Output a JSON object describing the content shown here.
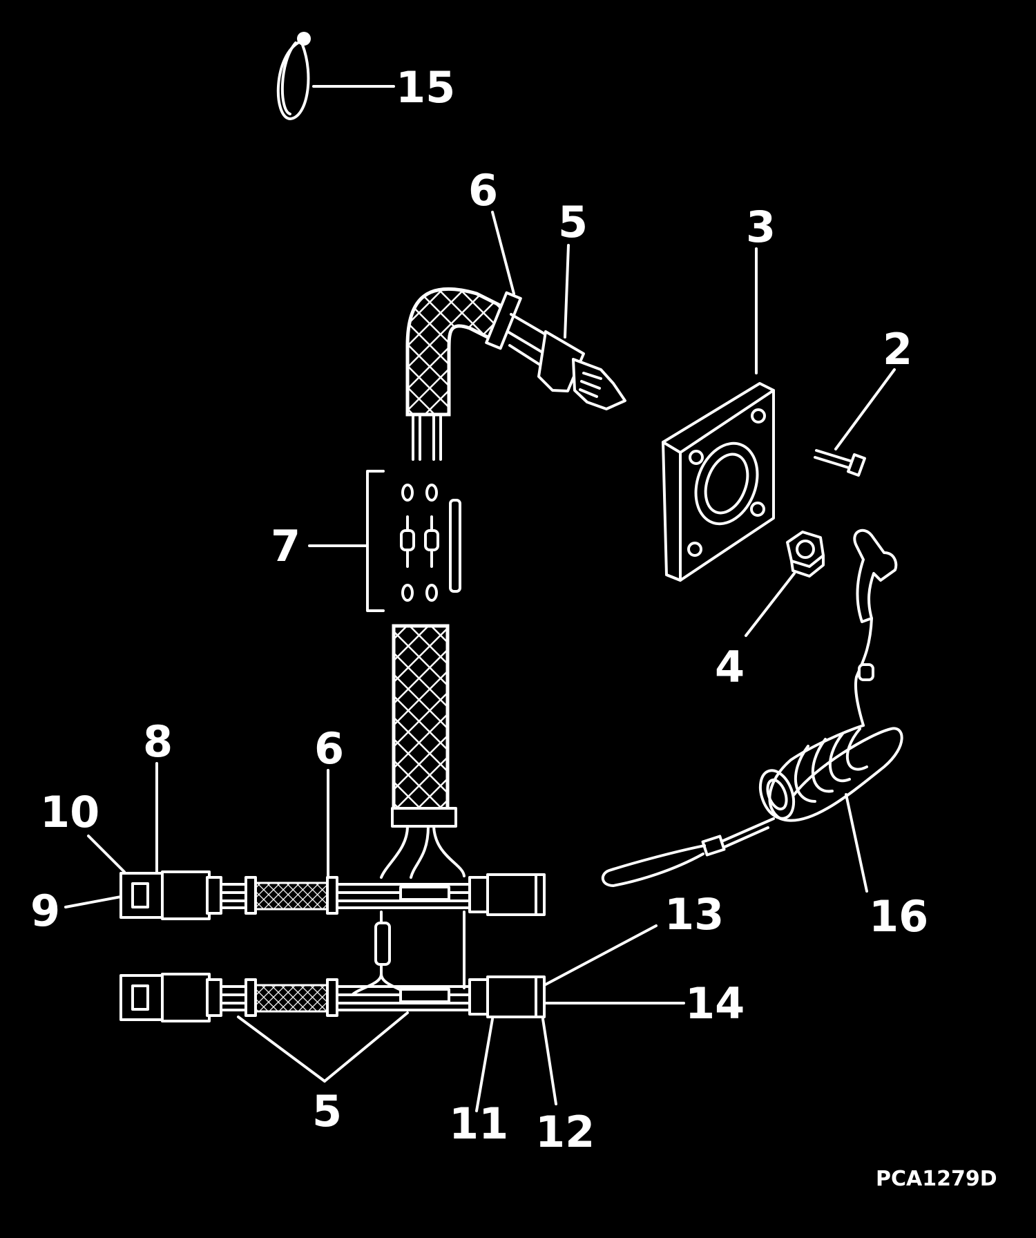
{
  "callouts": {
    "c15": "15",
    "c6a": "6",
    "c5a": "5",
    "c3": "3",
    "c2": "2",
    "c7": "7",
    "c4": "4",
    "c8": "8",
    "c6b": "6",
    "c10": "10",
    "c9": "9",
    "c16": "16",
    "c13": "13",
    "c14": "14",
    "c5b": "5",
    "c11": "11",
    "c12": "12"
  },
  "figure_code": "PCA1279D",
  "colors": {
    "background": "#000000",
    "linework": "#ffffff"
  }
}
